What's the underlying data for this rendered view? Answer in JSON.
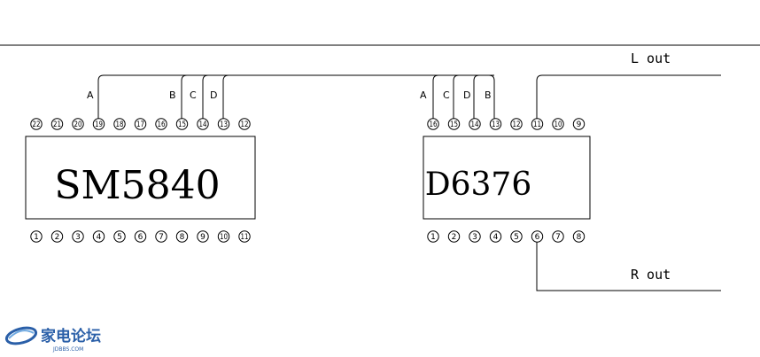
{
  "chip1": {
    "label": "SM5840",
    "top_pins": [
      "22",
      "21",
      "20",
      "19",
      "18",
      "17",
      "16",
      "15",
      "14",
      "13",
      "12"
    ],
    "bottom_pins": [
      "1",
      "2",
      "3",
      "4",
      "5",
      "6",
      "7",
      "8",
      "9",
      "10",
      "11"
    ]
  },
  "chip2": {
    "label": "D6376",
    "top_pins": [
      "16",
      "15",
      "14",
      "13",
      "12",
      "11",
      "10",
      "9"
    ],
    "bottom_pins": [
      "1",
      "2",
      "3",
      "4",
      "5",
      "6",
      "7",
      "8"
    ]
  },
  "signals": {
    "chip1": [
      {
        "label": "A",
        "pin": "19"
      },
      {
        "label": "B",
        "pin": "15"
      },
      {
        "label": "C",
        "pin": "14"
      },
      {
        "label": "D",
        "pin": "13"
      }
    ],
    "chip2": [
      {
        "label": "A",
        "pin": "16"
      },
      {
        "label": "C",
        "pin": "15"
      },
      {
        "label": "D",
        "pin": "14"
      },
      {
        "label": "B",
        "pin": "13"
      }
    ]
  },
  "outputs": {
    "left": {
      "label": "L out",
      "pin": "11"
    },
    "right": {
      "label": "R out",
      "pin": "6"
    }
  },
  "watermark": {
    "text": "家电论坛",
    "url": "JDBBS.COM"
  }
}
